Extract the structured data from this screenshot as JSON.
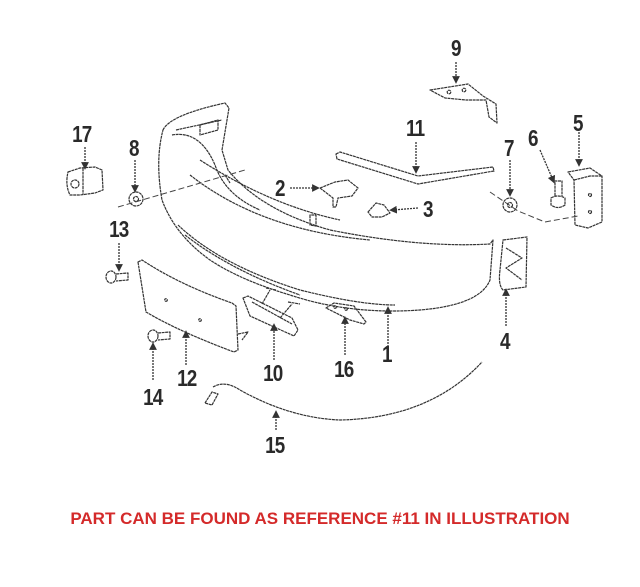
{
  "diagram": {
    "type": "exploded-parts-illustration",
    "subject": "Front bumper cover assembly",
    "callouts": [
      {
        "id": "1",
        "label": "1",
        "part": "bumper-cover"
      },
      {
        "id": "2",
        "label": "2",
        "part": "center-bracket"
      },
      {
        "id": "3",
        "label": "3",
        "part": "retainer-clip"
      },
      {
        "id": "4",
        "label": "4",
        "part": "side-marker-lamp"
      },
      {
        "id": "5",
        "label": "5",
        "part": "side-mounting-bracket"
      },
      {
        "id": "6",
        "label": "6",
        "part": "flange-bolt"
      },
      {
        "id": "7",
        "label": "7",
        "part": "nut-right"
      },
      {
        "id": "8",
        "label": "8",
        "part": "nut-left"
      },
      {
        "id": "9",
        "label": "9",
        "part": "upper-bracket"
      },
      {
        "id": "10",
        "label": "10",
        "part": "fog-lamp"
      },
      {
        "id": "11",
        "label": "11",
        "part": "upper-molding-strip"
      },
      {
        "id": "12",
        "label": "12",
        "part": "license-plate-bracket"
      },
      {
        "id": "13",
        "label": "13",
        "part": "screw-upper"
      },
      {
        "id": "14",
        "label": "14",
        "part": "screw-lower"
      },
      {
        "id": "15",
        "label": "15",
        "part": "wiring-harness"
      },
      {
        "id": "16",
        "label": "16",
        "part": "lower-bracket"
      },
      {
        "id": "17",
        "label": "17",
        "part": "park-lamp-socket"
      }
    ]
  },
  "caption": {
    "text": "PART CAN BE FOUND AS REFERENCE #11 IN ILLUSTRATION",
    "color": "#d42a2a"
  }
}
